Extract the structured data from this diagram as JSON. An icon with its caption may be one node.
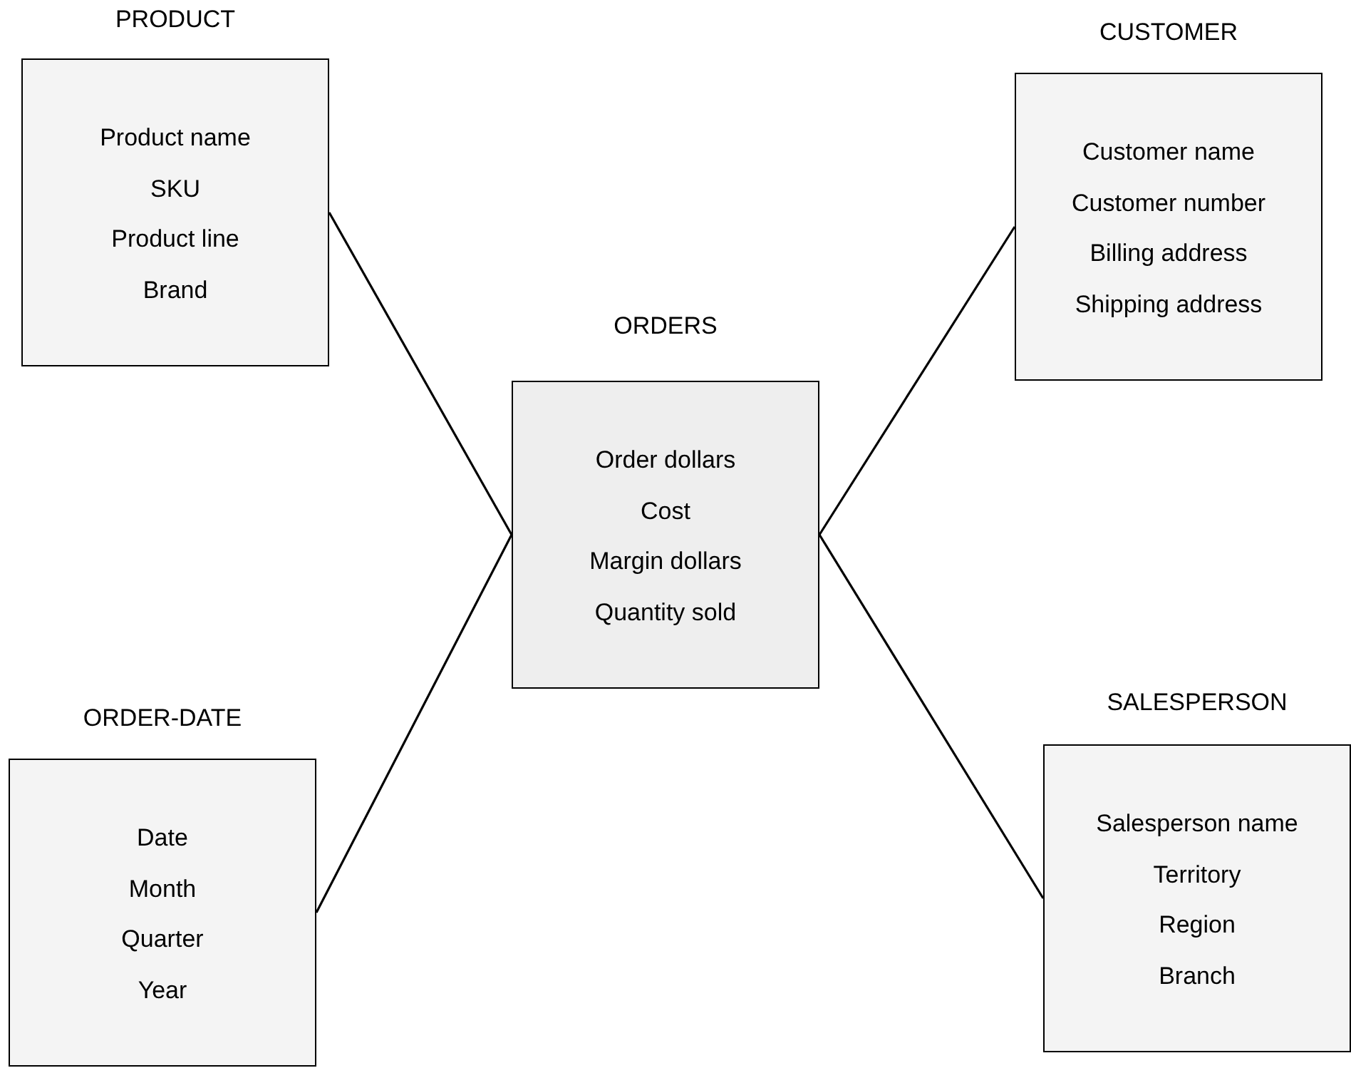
{
  "diagram": {
    "nodes": [
      {
        "text": [
          "PRODUCT",
          "Product name",
          "SKU",
          "Product line",
          "Brand"
        ]
      },
      {
        "text": [
          "CUSTOMER",
          "Customer name",
          "Customer number",
          "Billing address",
          "Shipping address"
        ]
      },
      {
        "text": [
          "ORDERS",
          "Order dollars",
          "Cost",
          "Margin dollars",
          "Quantity sold"
        ]
      },
      {
        "text": [
          "ORDER-DATE",
          "Date",
          "Month",
          "Quarter",
          "Year"
        ]
      },
      {
        "text": [
          "SALESPERSON",
          "Salesperson name",
          "Territory",
          "Region",
          "Branch"
        ]
      }
    ],
    "edges": [
      {
        "from": 2,
        "to": 0,
        "arrow": "none"
      },
      {
        "from": 2,
        "to": 1,
        "arrow": "none"
      },
      {
        "from": 2,
        "to": 3,
        "arrow": "none"
      },
      {
        "from": 2,
        "to": 4,
        "arrow": "none"
      }
    ]
  }
}
